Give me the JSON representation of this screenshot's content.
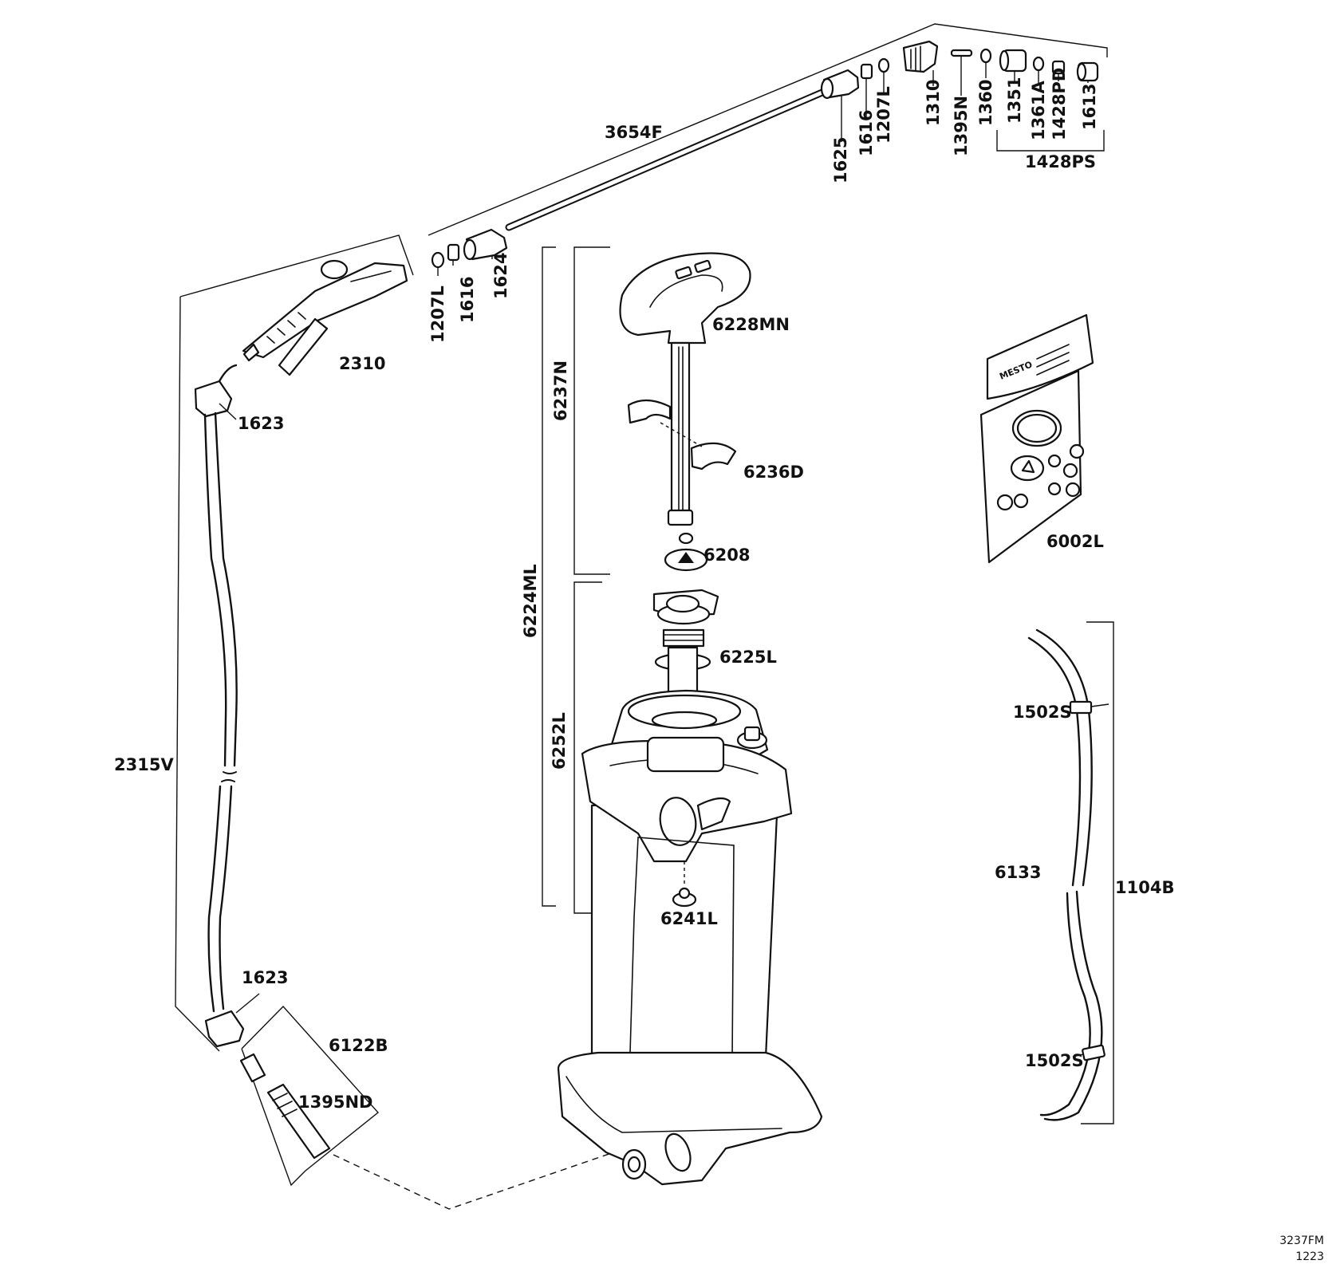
{
  "labels": {
    "p3654F": "3654F",
    "p1625": "1625",
    "p1616_top": "1616",
    "p1207L_top": "1207L",
    "p1310": "1310",
    "p1395N": "1395N",
    "p1360": "1360",
    "p1351": "1351",
    "p1361A": "1361A",
    "p1428PD": "1428PD",
    "p1613": "1613",
    "p1428PS": "1428PS",
    "p1207L_left": "1207L",
    "p1616_left": "1616",
    "p1624": "1624",
    "p2310": "2310",
    "p1623_top": "1623",
    "p6228MN": "6228MN",
    "p6237N": "6237N",
    "p6236D": "6236D",
    "p6208": "6208",
    "p6224ML": "6224ML",
    "p6225L": "6225L",
    "p6252L": "6252L",
    "p6241L": "6241L",
    "p6002L": "6002L",
    "p2315V": "2315V",
    "p1502S_top": "1502S",
    "p6133": "6133",
    "p1104B": "1104B",
    "p1502S_bottom": "1502S",
    "p1623_bottom": "1623",
    "p6122B": "6122B",
    "p1395ND": "1395ND"
  },
  "kit_brand": "MESTO",
  "footer": {
    "drawing_number": "3237FM",
    "revision": "1223"
  }
}
